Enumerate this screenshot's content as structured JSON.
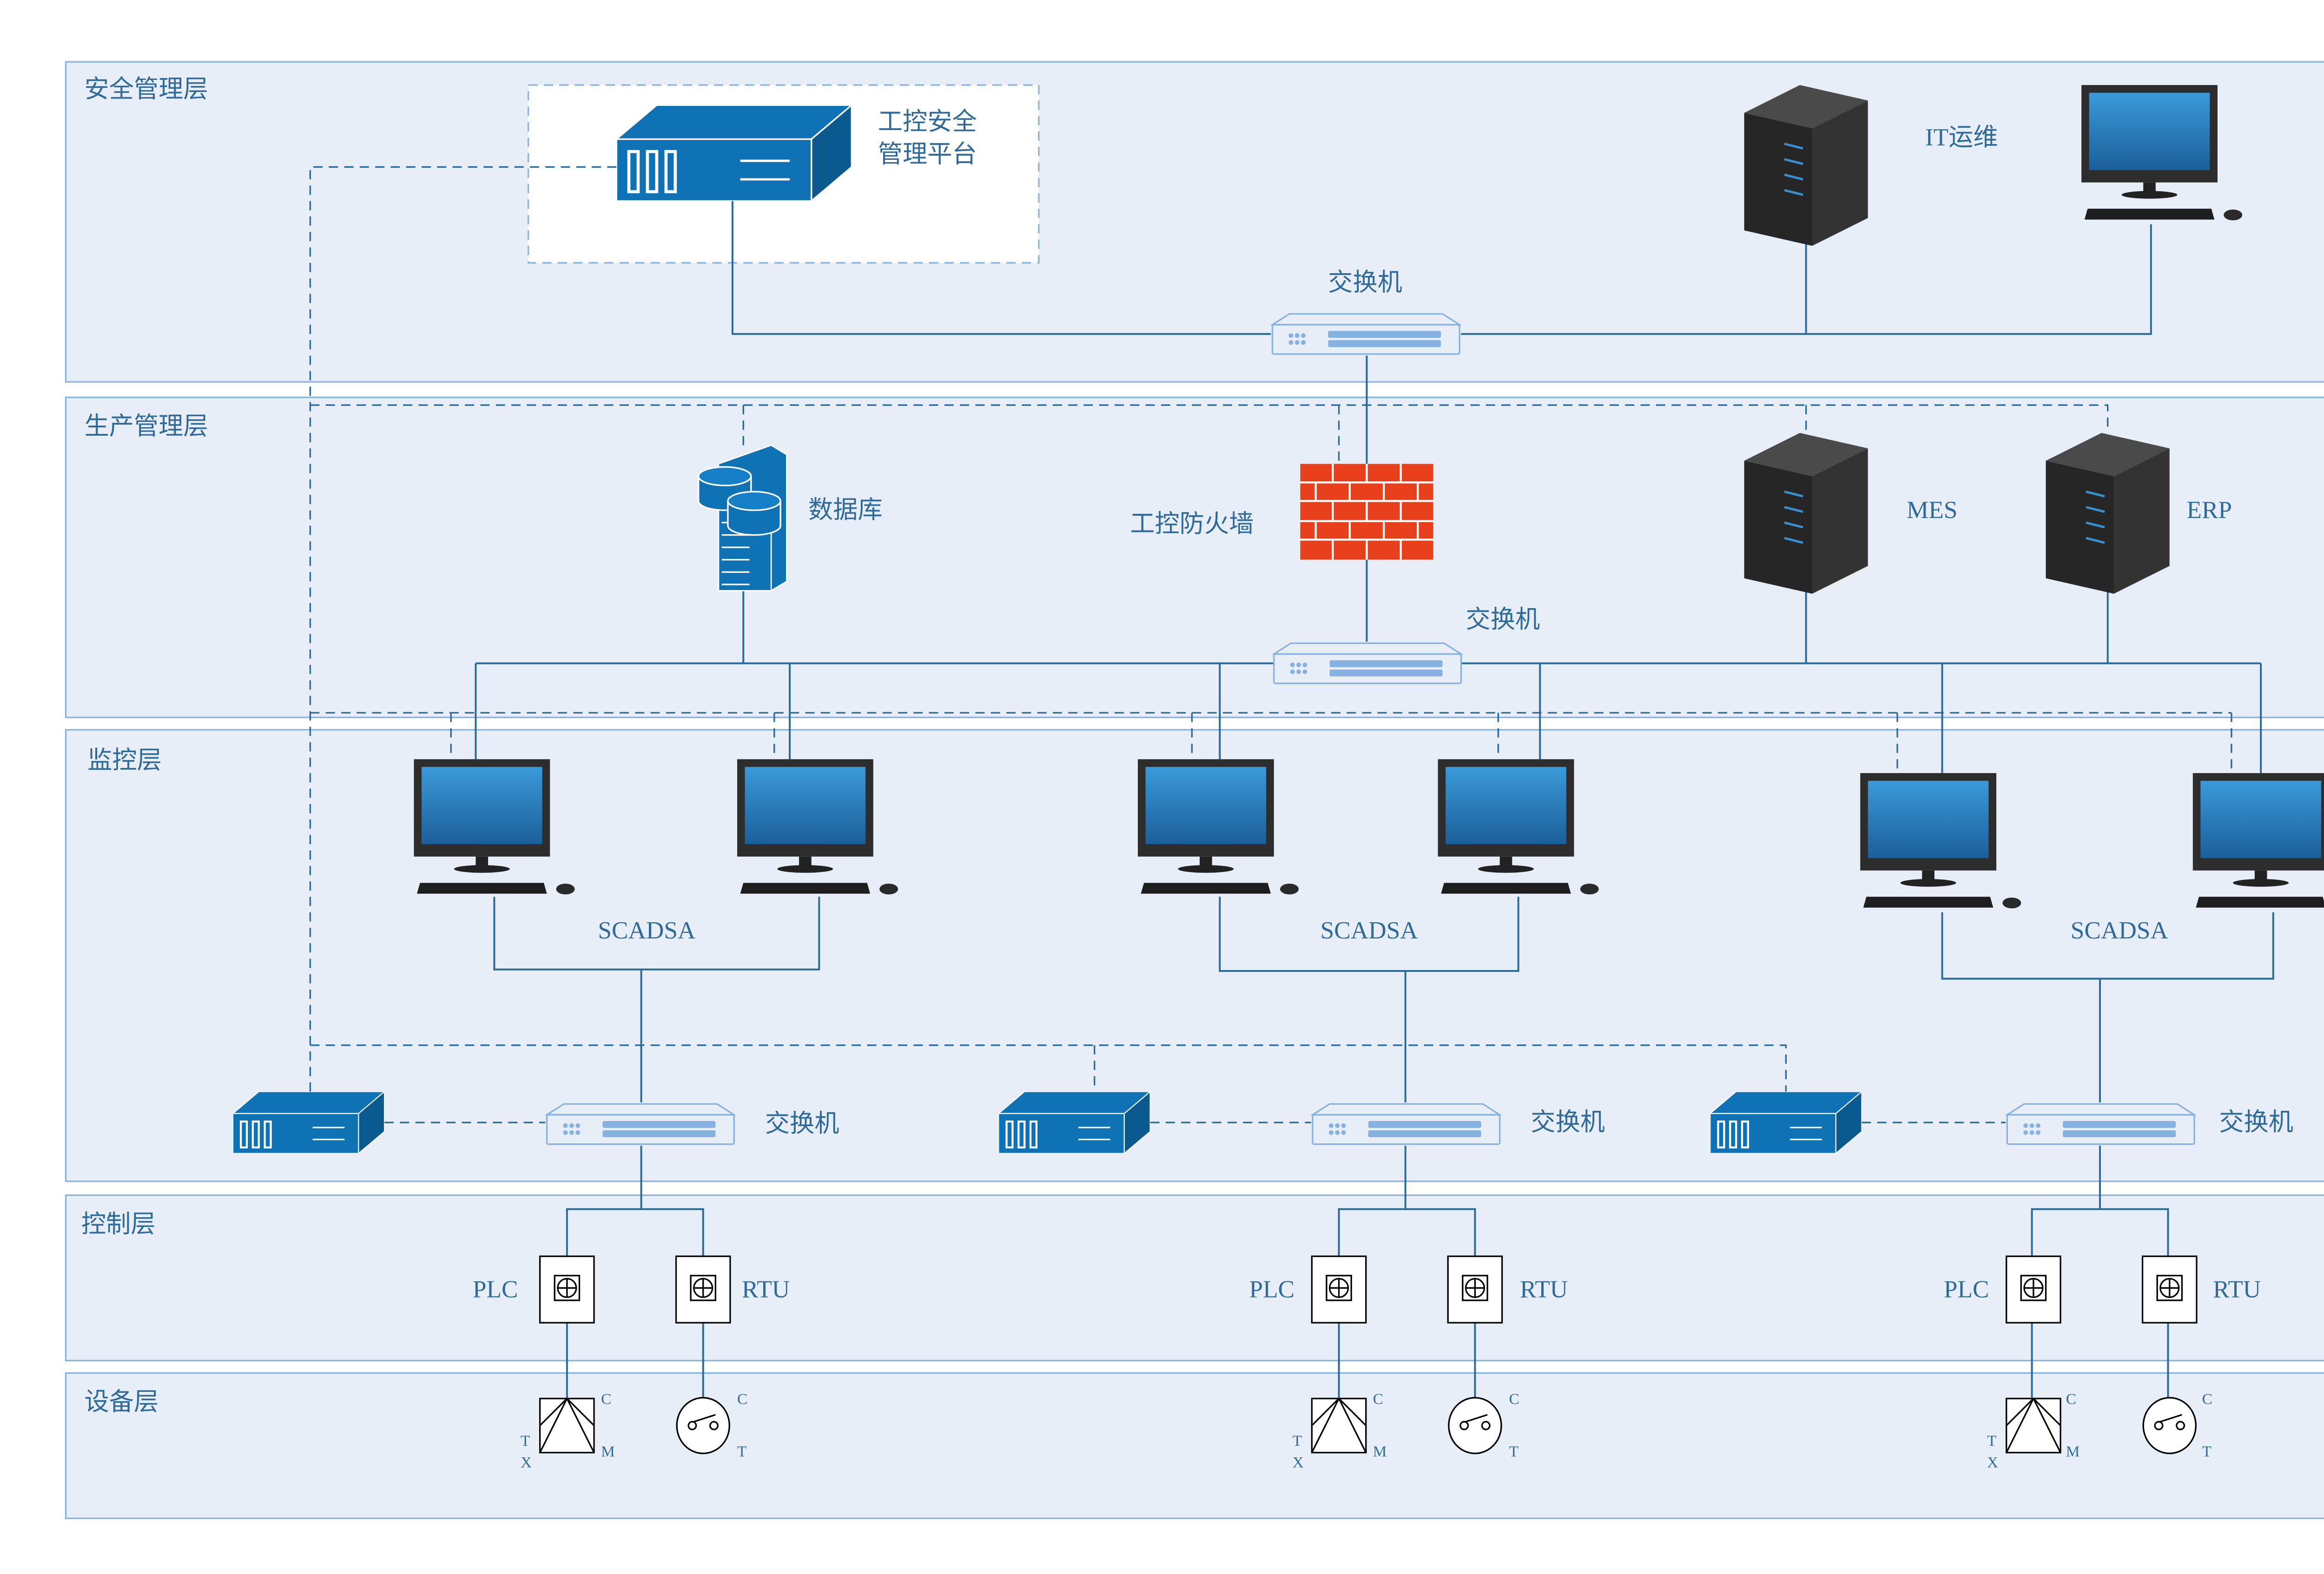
{
  "layers": {
    "security": "安全管理层",
    "production": "生产管理层",
    "monitoring": "监控层",
    "control": "控制层",
    "equipment": "设备层"
  },
  "security": {
    "platform_label_line1": "工控安全",
    "platform_label_line2": "管理平台",
    "it_ops": "IT运维",
    "switch": "交换机"
  },
  "production": {
    "database": "数据库",
    "firewall": "工控防火墙",
    "mes": "MES",
    "erp": "ERP",
    "switch": "交换机"
  },
  "monitoring": {
    "groups": [
      {
        "label": "SCADSA",
        "switch": "交换机"
      },
      {
        "label": "SCADSA",
        "switch": "交换机"
      },
      {
        "label": "SCADSA",
        "switch": "交换机"
      }
    ]
  },
  "control": {
    "plc": "PLC",
    "rtu": "RTU"
  },
  "equipment": {
    "c": "C",
    "t": "T",
    "x": "X",
    "m": "M"
  },
  "colors": {
    "layer_bg": "#e8eef8",
    "layer_border": "#8bb4e0",
    "line": "#2a6b9c",
    "device_blue": "#0e72b5",
    "firewall": "#e8401c"
  }
}
